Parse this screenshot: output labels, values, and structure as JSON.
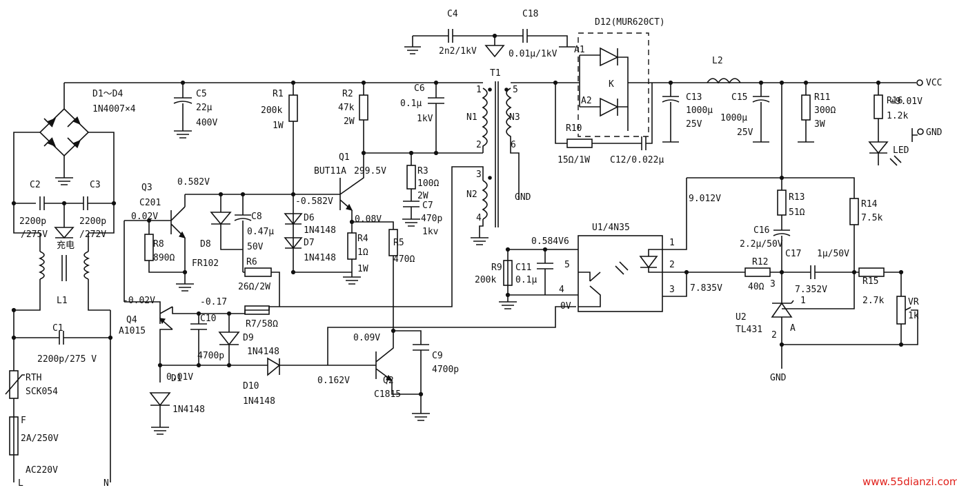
{
  "labels": {
    "c4": "C4",
    "c4v": "2n2/1kV",
    "c18": "C18",
    "c18v": "0.01μ/1kV",
    "d12": "D12(MUR620CT)",
    "a1": "A1",
    "a2": "A2",
    "k": "K",
    "t1": "T1",
    "l2": "L2",
    "vcc": "VCC",
    "vccv": "+9.01V",
    "d1d4": "D1～D4",
    "d1d4v": "1N4007×4",
    "c5": "C5",
    "c5v1": "22μ",
    "c5v2": "400V",
    "r1": "R1",
    "r1v1": "200k",
    "r1v2": "1W",
    "r2": "R2",
    "r2v1": "47k",
    "r2v2": "2W",
    "c6": "C6",
    "c6v1": "0.1μ",
    "c6v2": "1kV",
    "p1": "1",
    "p2": "2",
    "p3": "3",
    "p4": "4",
    "p5": "5",
    "p6": "6",
    "n1": "N1",
    "n2": "N2",
    "n3": "N3",
    "gnd1": "GND",
    "c13": "C13",
    "c13v1": "1000μ",
    "c13v2": "25V",
    "c15": "C15",
    "c15v1": "1000μ",
    "c15v2": "25V",
    "r11": "R11",
    "r11v1": "300Ω",
    "r11v2": "3W",
    "r16": "R16",
    "r16v": "1.2k",
    "gnd2": "GND",
    "led": "LED",
    "r10": "R10",
    "r10v": "15Ω/1W",
    "c12": "C12/0.022μ",
    "q1": "Q1",
    "q1p": "BUT11A",
    "v2995": "299.5V",
    "r3": "R3",
    "r3v1": "100Ω",
    "r3v2": "2W",
    "c7": "C7",
    "c7v1": "470p",
    "c7v2": "1kv",
    "q3": "Q3",
    "q3p": "C201",
    "v0582": "0.582V",
    "v002": "0.02V",
    "r8": "R8",
    "r8v": "890Ω",
    "d8": "D8",
    "d8p": "FR102",
    "c8": "C8",
    "c8v1": "0.47μ",
    "c8v2": "50V",
    "d6": "D6",
    "d6p": "1N4148",
    "d7": "D7",
    "d7p": "1N4148",
    "vm0582": "-0.582V",
    "v008": "0.08V",
    "r4": "R4",
    "r4v1": "1Ω",
    "r4v2": "1W",
    "r5": "R5",
    "r5v": "470Ω",
    "r6": "R6",
    "r6v": "26Ω/2W",
    "c2": "C2",
    "c2v1": "2200p",
    "c2v2": "/275V",
    "c3": "C3",
    "c3v1": "2200p",
    "c3v2": "/272V",
    "charge": "充电",
    "l1": "L1",
    "c1": "C1",
    "c1v": "2200p/275 V",
    "rth": "RTH",
    "rthp": "SCK054",
    "f": "F",
    "fv": "2A/250V",
    "ac": "AC220V",
    "ln": "L",
    "nn": "N",
    "q4": "Q4",
    "q4p": "A1015",
    "vm002": "-0.02V",
    "vm017": "-0.17",
    "c10": "C10",
    "c10v": "4700p",
    "r7": "R7/58Ω",
    "d9": "D9",
    "d9p": "1N4148",
    "d10": "D10",
    "d10p": "1N4148",
    "d1": "D1",
    "d1p": "1N4148",
    "v001": "0.01V",
    "v0162": "0.162V",
    "v009": "0.09V",
    "q2": "Q2",
    "q2p": "C1815",
    "c9": "C9",
    "c9v": "4700p",
    "u1": "U1/4N35",
    "v05846": "0.584V6",
    "r9": "R9",
    "r9v": "200k",
    "c11": "C11",
    "c11v": "0.1μ",
    "u1p5": "5",
    "u1p4": "4",
    "u1p1": "1",
    "u1p2": "2",
    "u1p3": "3",
    "v0v": "0V",
    "v9012": "9.012V",
    "v7835": "7.835V",
    "r13": "R13",
    "r13v": "51Ω",
    "r14": "R14",
    "r14v": "7.5k",
    "c16": "C16",
    "c16v": "2.2μ/50V",
    "c17": "C17",
    "c17v": "1μ/50V",
    "r12": "R12",
    "r12v": "40Ω",
    "u2p3": "3",
    "v7352": "7.352V",
    "u2p1": "1",
    "r15": "R15",
    "r15v": "2.7k",
    "vr": "VR",
    "vrv": "1k",
    "u2": "U2",
    "u2p": "TL431",
    "u2p2": "2",
    "ua": "A",
    "gnd3": "GND",
    "watermark": "www.55dianzi.com"
  }
}
